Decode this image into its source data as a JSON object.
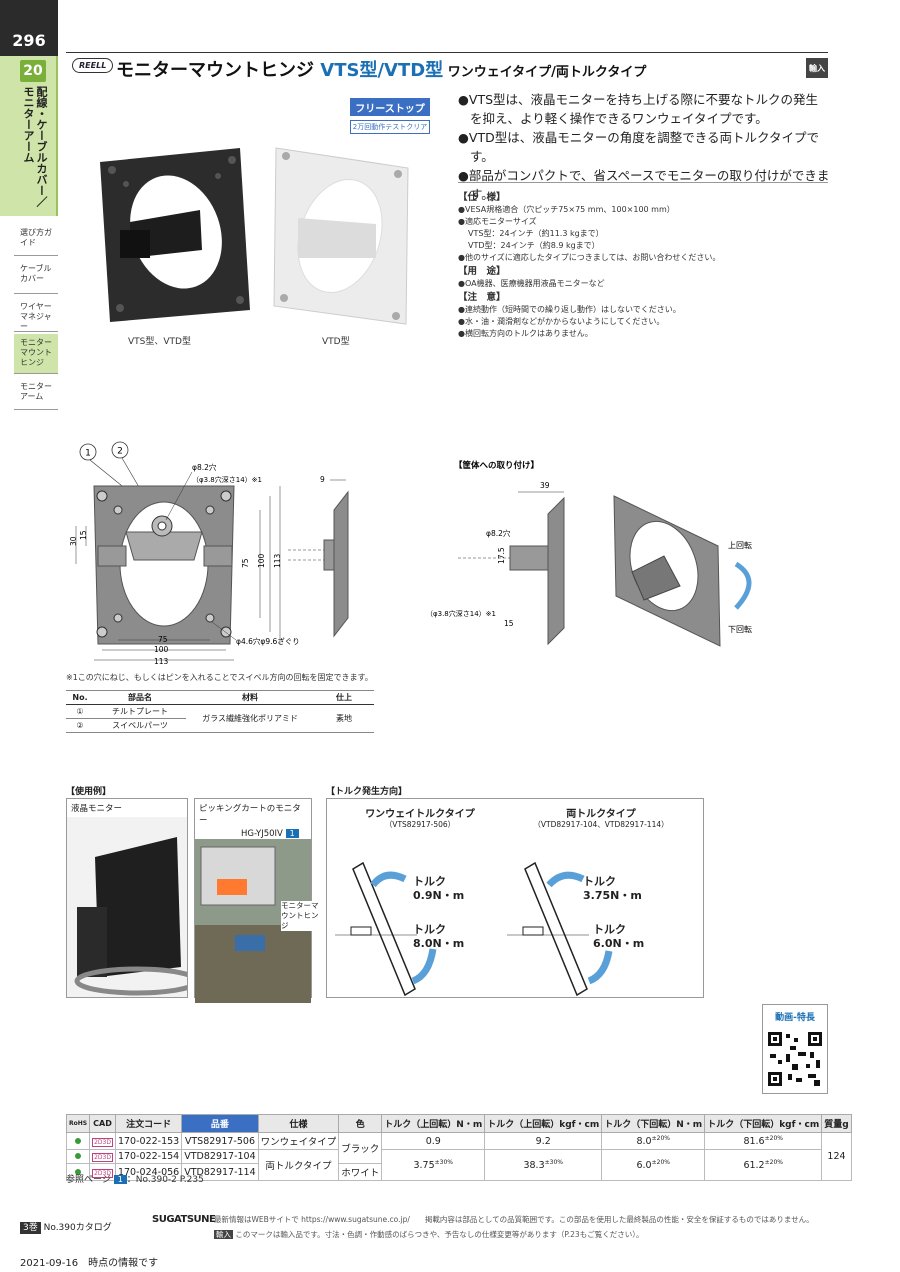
{
  "page_number": "296",
  "chapter": {
    "number": "20",
    "title": "配線・ケーブルカバー／モニターアーム"
  },
  "side_tabs": [
    "選び方ガイド",
    "ケーブルカバー",
    "ワイヤーマネジャー",
    "モニターマウントヒンジ",
    "モニターアーム"
  ],
  "header": {
    "logo": "REELL",
    "title_main": "モニターマウントヒンジ ",
    "title_blue": "VTS型/VTD型",
    "title_sub": " ワンウェイタイプ/両トルクタイプ",
    "import_badge": "輸入"
  },
  "photos": {
    "freestop": "フリーストップ",
    "freestop_sub": "2万回動作テストクリア",
    "caption_left": "VTS型、VTD型",
    "caption_right": "VTD型"
  },
  "bullets": [
    "●VTS型は、液晶モニターを持ち上げる際に不要なトルクの発生を抑え、より軽く操作できるワンウェイタイプです。",
    "●VTD型は、液晶モニターの角度を調整できる両トルクタイプです。",
    "●部品がコンパクトで、省スペースでモニターの取り付けができます。"
  ],
  "spec": {
    "h1": "【仕　様】",
    "l1": "●VESA規格適合（穴ピッチ75×75 mm、100×100 mm）",
    "l2": "●適応モニターサイズ",
    "l3": "VTS型：24インチ（約11.3 kgまで）",
    "l4": "VTD型：24インチ（約8.9 kgまで）",
    "l5": "●他のサイズに適応したタイプにつきましては、お問い合わせください。",
    "h2": "【用　途】",
    "l6": "●OA機器、医療機器用液晶モニターなど",
    "h3": "【注　意】",
    "l7": "●連続動作（短時間での繰り返し動作）はしないでください。",
    "l8": "●水・油・潤滑剤などがかからないようにしてください。",
    "l9": "●横回転方向のトルクはありません。"
  },
  "drawing": {
    "c1": "1",
    "c2": "2",
    "hole82": "φ8.2穴",
    "hole38": "（φ3.8穴深さ14）※1",
    "hole46": "φ4.6穴φ9.6ざぐり",
    "d9": "9",
    "d30": "30",
    "d15": "15",
    "d75v": "75",
    "d100v": "100",
    "d113v": "113",
    "d75h": "75",
    "d100h": "100",
    "d113h": "113",
    "mount_title": "【筐体への取り付け】",
    "d39": "39",
    "d175": "17.5",
    "d15b": "15",
    "up": "上回転",
    "down": "下回転"
  },
  "footnote": "※1この穴にねじ、もしくはピンを入れることでスイベル方向の回転を固定できます。",
  "parts": {
    "headers": [
      "No.",
      "部品名",
      "材料",
      "仕上"
    ],
    "rows": [
      [
        "①",
        "チルトプレート"
      ],
      [
        "②",
        "スイベルパーツ"
      ]
    ],
    "material": "ガラス繊維強化ポリアミド",
    "finish": "素地"
  },
  "usage": {
    "title": "【使用例】",
    "lcd": "液晶モニター",
    "cart": "ピッキングカートのモニター",
    "cart_tag": "HG-YJ50IV",
    "cart_tag_num": "1",
    "hinge_label": "モニターマウントヒンジ"
  },
  "torque": {
    "title": "【トルク発生方向】",
    "one_title": "ワンウェイトルクタイプ",
    "one_sub": "（VTS82917-506）",
    "one_up": "トルク\n0.9N・m",
    "one_down": "トルク\n8.0N・m",
    "two_title": "両トルクタイプ",
    "two_sub": "（VTD82917-104、VTD82917-114）",
    "two_up": "トルク\n3.75N・m",
    "two_down": "トルク\n6.0N・m"
  },
  "video_label": "動画-特長",
  "product_table": {
    "headers": [
      "RoHS",
      "CAD",
      "注文コード",
      "品番",
      "仕様",
      "色",
      "トルク（上回転）N・m",
      "トルク（上回転）kgf・cm",
      "トルク（下回転）N・m",
      "トルク（下回転）kgf・cm",
      "質量g"
    ],
    "codes": [
      "170-022-153",
      "170-022-154",
      "170-024-056"
    ],
    "parts": [
      "VTS82917-506",
      "VTD82917-104",
      "VTD82917-114"
    ],
    "spec_one": "ワンウェイタイプ",
    "spec_two": "両トルクタイプ",
    "color_black": "ブラック",
    "color_white": "ホワイト",
    "r1": [
      "0.9",
      "9.2",
      "8.0",
      "±20%",
      "81.6",
      "±20%"
    ],
    "r2": [
      "3.75",
      "±30%",
      "38.3",
      "±30%",
      "6.0",
      "±20%",
      "61.2",
      "±20%"
    ],
    "mass": "124",
    "cad_tag": "2D3D"
  },
  "ref_page": {
    "label": "参照ページ",
    "tag": "1",
    "text": "：No.390-2 P.235"
  },
  "footer": {
    "vol": "3巻",
    "catalog": "No.390カタログ",
    "brand": "SUGATSUNE",
    "line1": "最新情報はWEBサイトで https://www.sugatsune.co.jp/　　掲載内容は部品としての品質範囲です。この部品を使用した最終製品の性能・安全を保証するものではありません。",
    "line2_tag": "輸入",
    "line2": "このマークは輸入品です。寸法・色調・作動感のばらつきや、予告なしの仕様変更等があります（P.23もご覧ください）。",
    "date": "2021-09-16　時点の情報です"
  }
}
